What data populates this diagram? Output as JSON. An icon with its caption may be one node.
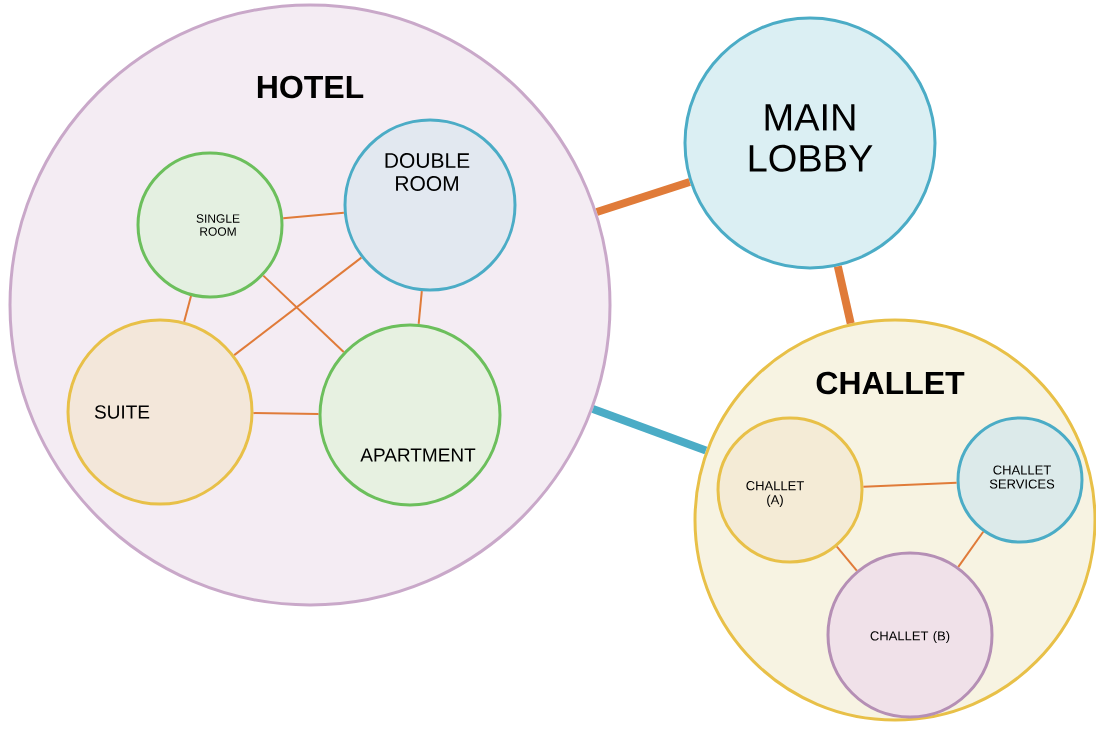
{
  "diagram": {
    "nodes": [
      {
        "text": [
          "HOTEL"
        ]
      },
      {
        "text": [
          "SINGLE ROOM"
        ],
        "in": 0
      },
      {
        "text": [
          "DOUBLE ROOM"
        ],
        "in": 0
      },
      {
        "text": [
          "SUITE"
        ],
        "in": 0
      },
      {
        "text": [
          "APARTMENT"
        ],
        "in": 0
      },
      {
        "text": [
          "MAIN LOBBY"
        ]
      },
      {
        "text": [
          "CHALLET"
        ]
      },
      {
        "text": [
          "CHALLET (A)"
        ],
        "in": 6
      },
      {
        "text": [
          "CHALLET SERVICES"
        ],
        "in": 6
      },
      {
        "text": [
          "CHALLET (B)"
        ],
        "in": 6
      }
    ],
    "edges": [
      {
        "from": 1,
        "to": 2,
        "arrow": "none"
      },
      {
        "from": 1,
        "to": 3,
        "arrow": "none"
      },
      {
        "from": 1,
        "to": 4,
        "arrow": "none"
      },
      {
        "from": 2,
        "to": 3,
        "arrow": "none"
      },
      {
        "from": 2,
        "to": 4,
        "arrow": "none"
      },
      {
        "from": 3,
        "to": 4,
        "arrow": "none"
      },
      {
        "from": 0,
        "to": 5,
        "arrow": "none",
        "style": "thick"
      },
      {
        "from": 5,
        "to": 6,
        "arrow": "none",
        "style": "thick"
      },
      {
        "from": 0,
        "to": 6,
        "arrow": "none",
        "style": "thick",
        "color": "#4bacc6"
      },
      {
        "from": 7,
        "to": 8,
        "arrow": "none"
      },
      {
        "from": 7,
        "to": 9,
        "arrow": "none"
      },
      {
        "from": 8,
        "to": 9,
        "arrow": "none"
      }
    ]
  }
}
